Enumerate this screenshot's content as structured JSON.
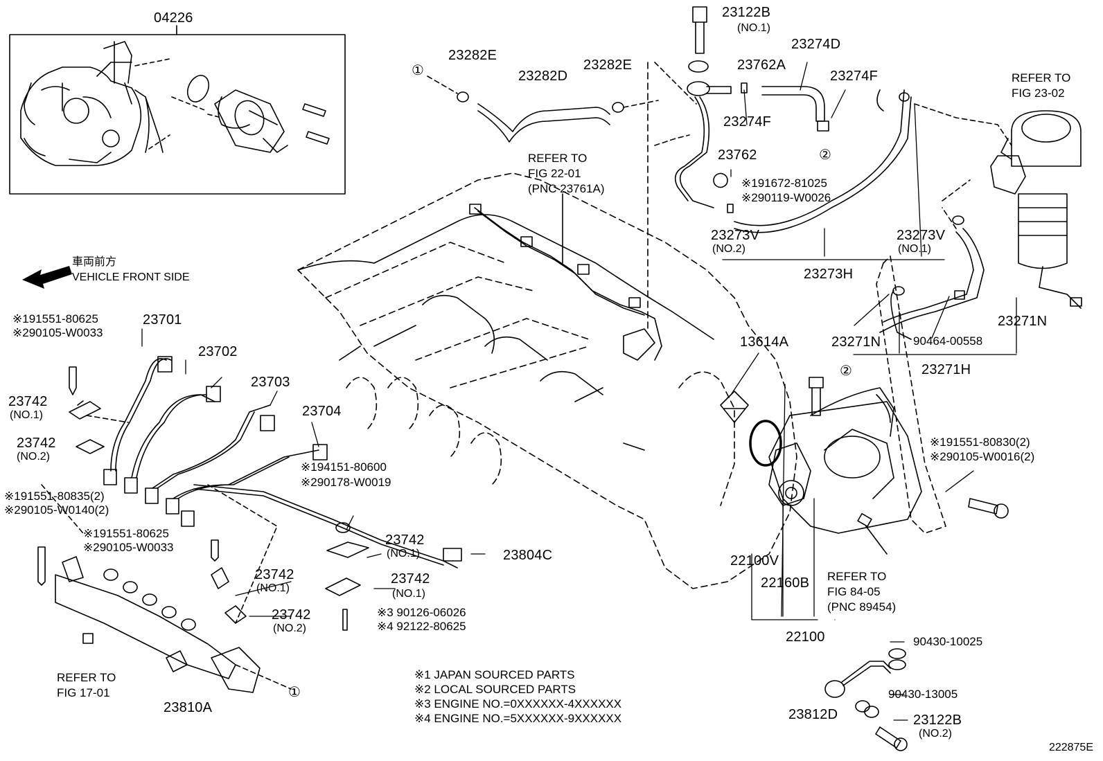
{
  "figure_code": "222875E",
  "direction": {
    "jp": "車両前方",
    "en": "VEHICLE FRONT SIDE"
  },
  "callouts": {
    "p04226": "04226",
    "p23282E_a": "23282E",
    "p23282D": "23282D",
    "p23282E_b": "23282E",
    "p23122B_1": "23122B",
    "p23122B_1_sub": "(NO.1)",
    "p23762A": "23762A",
    "p23274D": "23274D",
    "p23274F_a": "23274F",
    "p23274F_b": "23274F",
    "p23762": "23762",
    "n191672": "※191672-81025",
    "n290119": "※290119-W0026",
    "p23273V_2": "23273V",
    "p23273V_2_sub": "(NO.2)",
    "p23273V_1": "23273V",
    "p23273V_1_sub": "(NO.1)",
    "p23273H": "23273H",
    "p23271N_a": "23271N",
    "p23271N_b": "23271N",
    "p90464": "90464-00558",
    "p23271H": "23271H",
    "p13614A": "13614A",
    "n191551_80830": "※191551-80830(2)",
    "n290105_W0016": "※290105-W0016(2)",
    "p22100V": "22100V",
    "p22160B": "22160B",
    "p22100": "22100",
    "p90430_10025": "90430-10025",
    "p90430_13005": "90430-13005",
    "p23812D": "23812D",
    "p23122B_2": "23122B",
    "p23122B_2_sub": "(NO.2)",
    "n191551_80625_a": "※191551-80625",
    "n290105_W0033_a": "※290105-W0033",
    "p23701": "23701",
    "p23702": "23702",
    "p23703": "23703",
    "p23704": "23704",
    "p23742_1a": "23742",
    "p23742_1a_sub": "(NO.1)",
    "p23742_2a": "23742",
    "p23742_2a_sub": "(NO.2)",
    "n194151": "※194151-80600",
    "n290178": "※290178-W0019",
    "n191551_80835": "※191551-80835(2)",
    "n290105_W0140": "※290105-W0140(2)",
    "n191551_80625_b": "※191551-80625",
    "n290105_W0033_b": "※290105-W0033",
    "p23742_1b": "23742",
    "p23742_1b_sub": "(NO.1)",
    "p23804C": "23804C",
    "p23742_1c": "23742",
    "p23742_1c_sub": "(NO.1)",
    "p23742_2b": "23742",
    "p23742_2b_sub": "(NO.2)",
    "p23742_1d": "23742",
    "p23742_1d_sub": "(NO.1)",
    "n90126": "※3 90126-06026",
    "n92122": "※4 92122-80625",
    "p23810A": "23810A",
    "circle1_a": "①",
    "circle1_b": "①",
    "circle2_a": "②",
    "circle2_b": "②"
  },
  "references": {
    "fig22": "REFER TO\nFIG 22-01\n(PNC 23761A)",
    "fig23": "REFER TO\nFIG 23-02",
    "fig84": "REFER TO\nFIG 84-05\n(PNC 89454)",
    "fig17": "REFER TO\nFIG 17-01"
  },
  "legend": [
    "※1 JAPAN SOURCED PARTS",
    "※2 LOCAL SOURCED PARTS",
    "※3 ENGINE NO.=0XXXXXX-4XXXXXX",
    "※4 ENGINE NO.=5XXXXXX-9XXXXXX"
  ]
}
